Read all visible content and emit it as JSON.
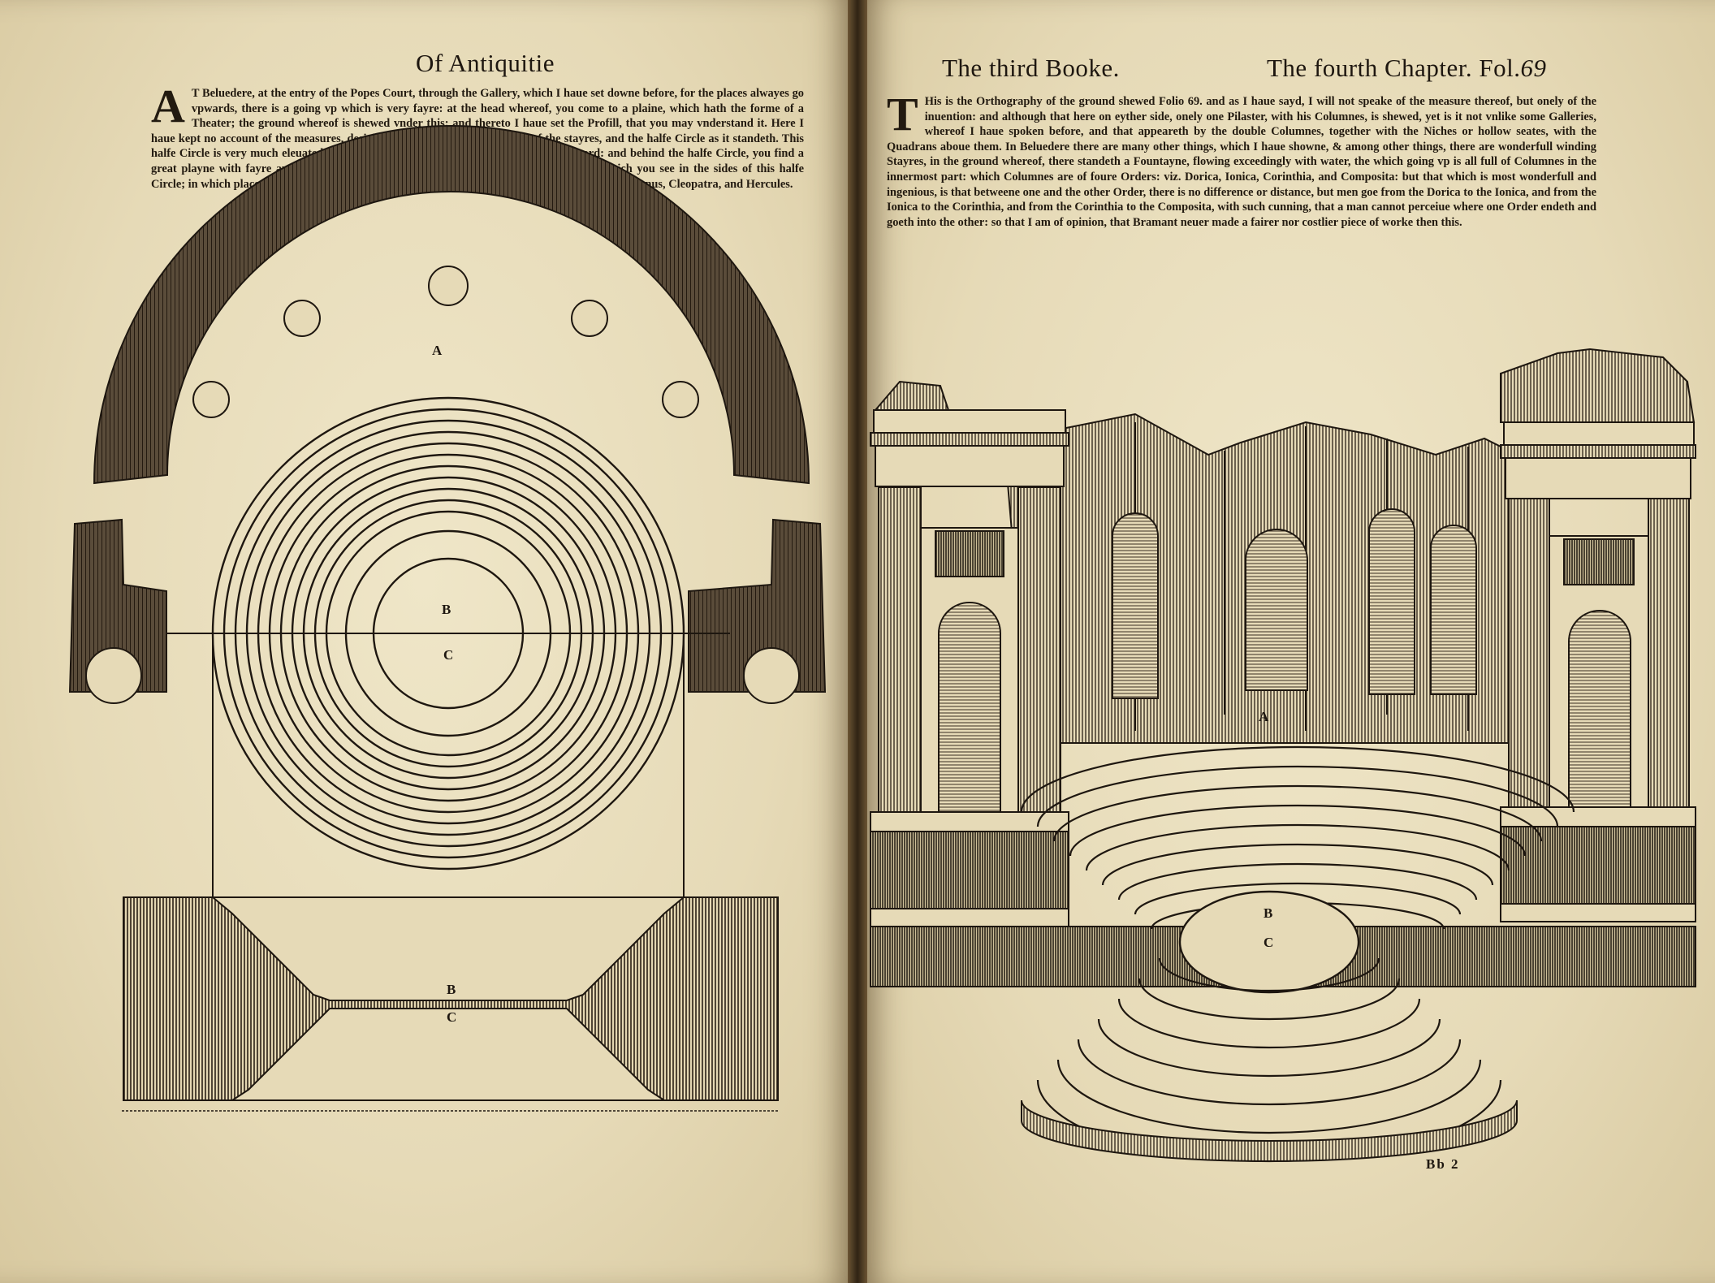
{
  "left_page": {
    "running_head": "Of Antiquitie",
    "dropcap": "A",
    "text": "T Beluedere, at the entry of the Popes Court, through the Gallery, which I haue set downe before, for the places alwayes go vpwards, there is a going vp which is very fayre: at the head whereof, you come to a plaine, which hath the forme of a Theater; the ground whereof is shewed vnder this: and thereto I haue set the Profill, that you may vnderstand it. Here I haue kept no account of the measures, desiring onely to shew the inuention of the stayres, and the halfe Circle as it standeth. This halfe Circle is very much eleuated from the Court of the Popes house to the Palace-ward: and behind the halfe Circle, you find a great playne with fayre appertements; at which place, you goe through the two Gates, which you see in the sides of this halfe Circle; in which places there are many faire Images, and among the rest Laocoon, Apollo, Tyber, Venus, Cleopatra, and Hercules.",
    "figure_labels": {
      "a": "A",
      "b_upper": "B",
      "c_upper": "C",
      "b_lower": "B",
      "c_lower": "C"
    }
  },
  "right_page": {
    "running_head_left": "The third Booke.",
    "running_head_right": "The fourth Chapter. Fol.",
    "folio_number": "69",
    "dropcap": "T",
    "text": "His is the Orthography of the ground shewed Folio 69. and as I haue sayd, I will not speake of the measure thereof, but onely of the inuention: and although that here on eyther side, onely one Pilaster, with his Columnes, is shewed, yet is it not vnlike some Galleries, whereof I haue spoken before, and that appeareth by the double Columnes, together with the Niches or hollow seates, with the Quadrans aboue them. In Beluedere there are many other things, which I haue showne, & among other things, there are wonderfull winding Stayres, in the ground whereof, there standeth a Fountayne, flowing exceedingly with water, the which going vp is all full of Columnes in the innermost part: which Columnes are of foure Orders: viz. Dorica, Ionica, Corinthia, and Composita: but that which is most wonderfull and ingenious, is that betweene one and the other Order, there is no difference or distance, but men goe from the Dorica to the Ionica, and from the Ionica to the Corinthia, and from the Corinthia to the Composita, with such cunning, that a man cannot perceiue where one Order endeth and goeth into the other: so that I am of opinion, that Bramant neuer made a fairer nor costlier piece of worke then this.",
    "figure_labels": {
      "a": "A",
      "b": "B",
      "c": "C"
    },
    "signature_mark": "Bb 2"
  }
}
